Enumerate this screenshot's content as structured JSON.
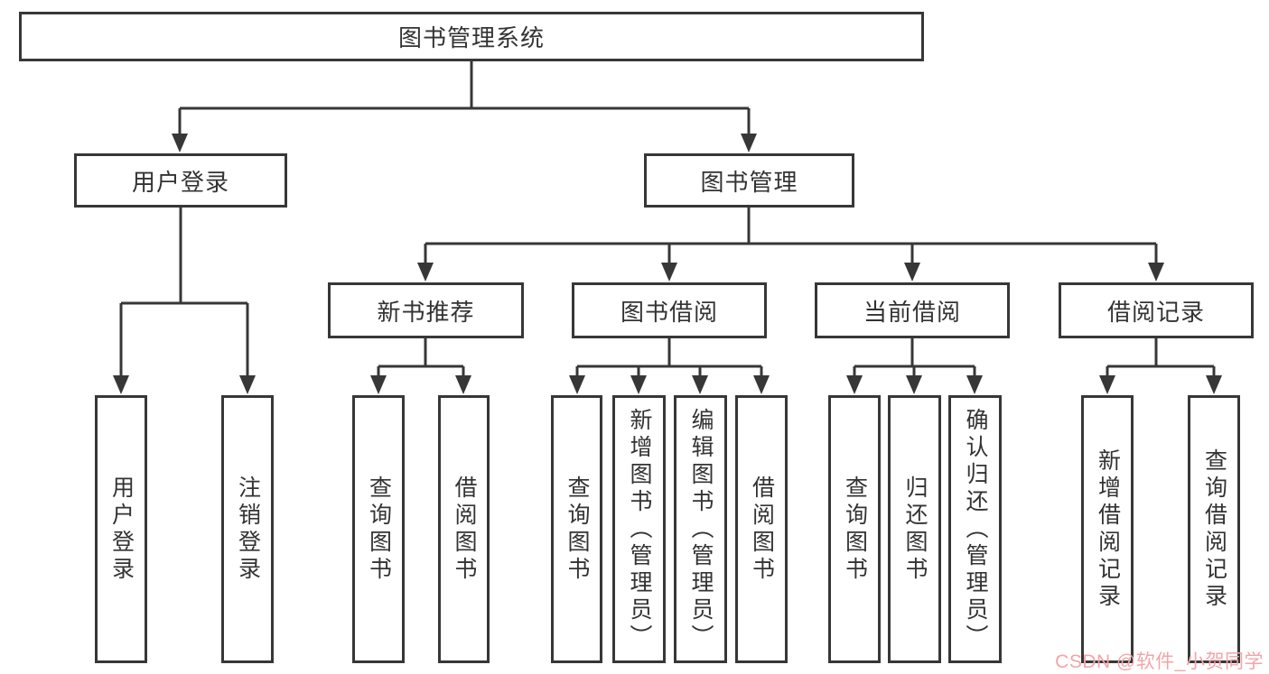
{
  "diagram": {
    "root": "图书管理系统",
    "branches": [
      {
        "label": "用户登录",
        "leaves": [
          "用户登录",
          "注销登录"
        ]
      },
      {
        "label": "图书管理",
        "groups": [
          {
            "label": "新书推荐",
            "leaves": [
              "查询图书",
              "借阅图书"
            ]
          },
          {
            "label": "图书借阅",
            "leaves": [
              "查询图书",
              "新增图书（管理员）",
              "编辑图书（管理员）",
              "借阅图书"
            ]
          },
          {
            "label": "当前借阅",
            "leaves": [
              "查询图书",
              "归还图书",
              "确认归还（管理员）"
            ]
          },
          {
            "label": "借阅记录",
            "leaves": [
              "新增借阅记录",
              "查询借阅记录"
            ]
          }
        ]
      }
    ]
  },
  "watermark": {
    "text": "CSDN @软件_小贺同学",
    "color": "#F2A5A8"
  },
  "colors": {
    "line": "#373737",
    "box_fill": "#FFFFFF",
    "text": "#333333",
    "background": "#FFFFFF"
  }
}
